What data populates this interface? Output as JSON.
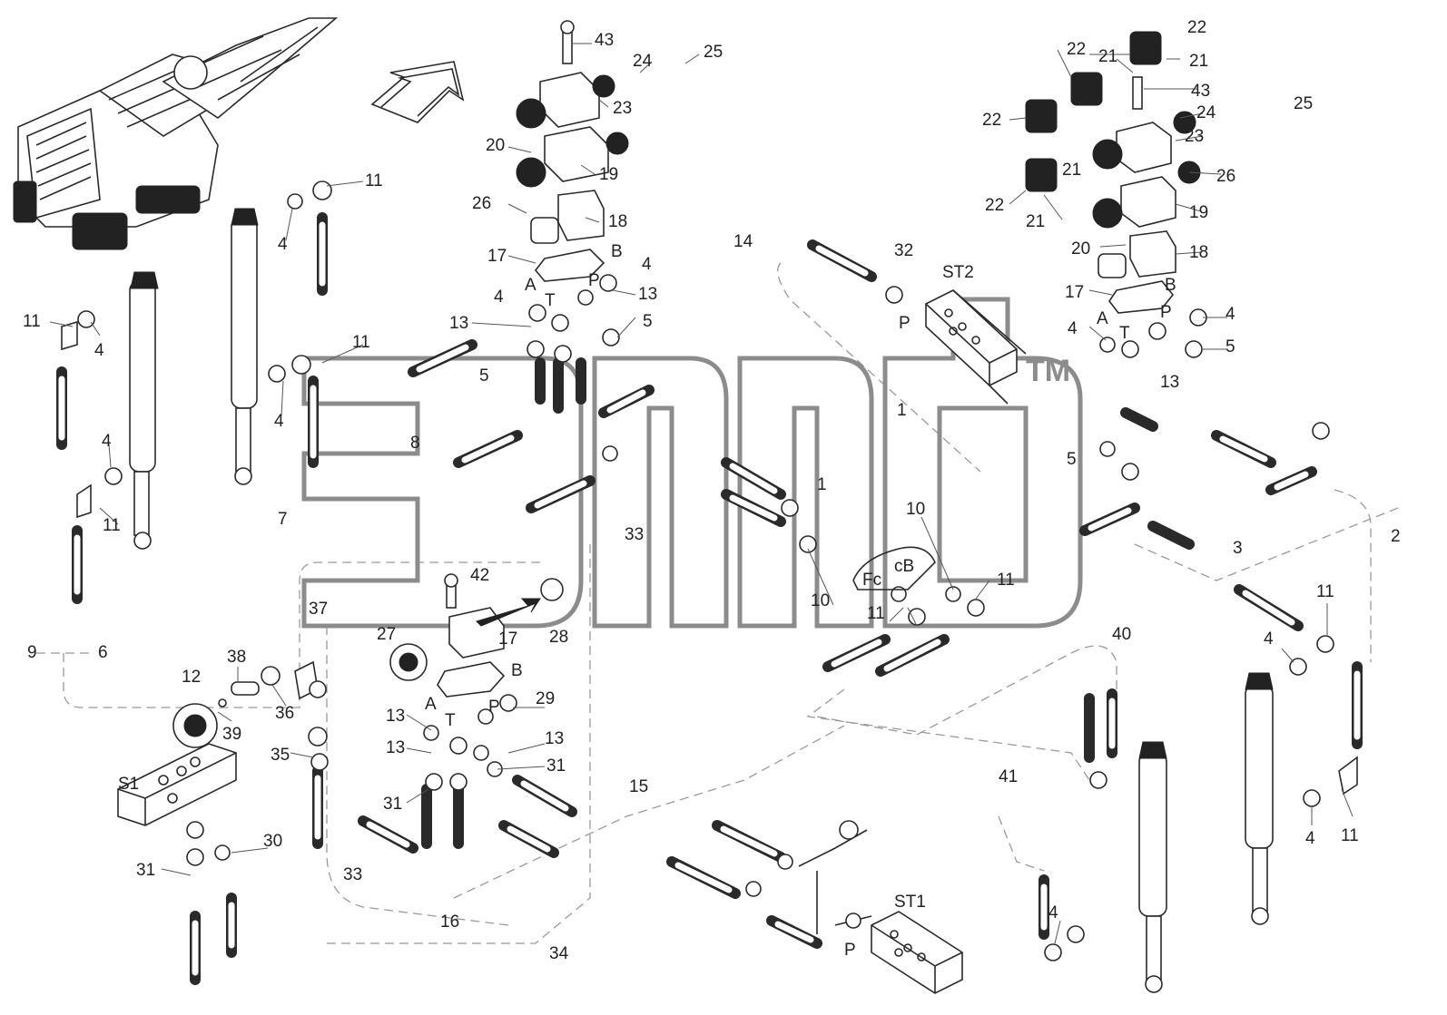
{
  "watermark": {
    "trademark": "TM"
  },
  "callouts": {
    "n43a": "43",
    "n24a": "24",
    "n25a": "25",
    "n23a": "23",
    "n20a": "20",
    "n19a": "19",
    "n26a": "26",
    "n18a": "18",
    "n17a": "17",
    "B_a": "B",
    "n4a": "4",
    "P_a": "P",
    "A_a": "A",
    "T_a": "T",
    "n4b": "4",
    "n13a": "13",
    "n13b": "13",
    "n5a": "5",
    "n5b": "5",
    "n11a": "11",
    "n4c": "4",
    "n11b": "11",
    "n4d": "4",
    "n11c": "11",
    "n4e": "4",
    "n4f": "4",
    "n11d": "11",
    "n8": "8",
    "n7": "7",
    "n9": "9",
    "n6": "6",
    "n42": "42",
    "n37": "37",
    "n27": "27",
    "n17b": "17",
    "n28": "28",
    "n38": "38",
    "n12": "12",
    "n36": "36",
    "n39": "39",
    "n35": "35",
    "B_b": "B",
    "A_b": "A",
    "P_b": "P",
    "n29": "29",
    "T_b": "T",
    "n13c": "13",
    "n13d": "13",
    "n13e": "13",
    "n31a": "31",
    "n31b": "31",
    "n33a": "33",
    "n33b": "33",
    "n30": "30",
    "n31c": "31",
    "n16": "16",
    "n34": "34",
    "n15": "15",
    "n14": "14",
    "n32": "32",
    "ST2": "ST2",
    "P_c": "P",
    "n1a": "1",
    "n1b": "1",
    "n10a": "10",
    "n10b": "10",
    "n11e": "11",
    "n11f": "11",
    "ST1": "ST1",
    "P_d": "P",
    "n22a": "22",
    "n22b": "22",
    "n21a": "21",
    "n21b": "21",
    "n43b": "43",
    "n22c": "22",
    "n24b": "24",
    "n25b": "25",
    "n23b": "23",
    "n26b": "26",
    "n22d": "22",
    "n21c": "21",
    "n21d": "21",
    "n19b": "19",
    "n20b": "20",
    "n18b": "18",
    "n17c": "17",
    "B_c": "B",
    "A_c": "A",
    "P_e": "P",
    "n4g": "4",
    "n4h": "4",
    "T_c": "T",
    "n5c": "5",
    "n13f": "13",
    "n5d": "5",
    "n3": "3",
    "n2": "2",
    "n11g": "11",
    "n4i": "4",
    "n40": "40",
    "n41": "41",
    "n4j": "4",
    "n11h": "11",
    "n4k": "4",
    "S1": "S1",
    "Fc": "Fc",
    "cB": "cB"
  }
}
